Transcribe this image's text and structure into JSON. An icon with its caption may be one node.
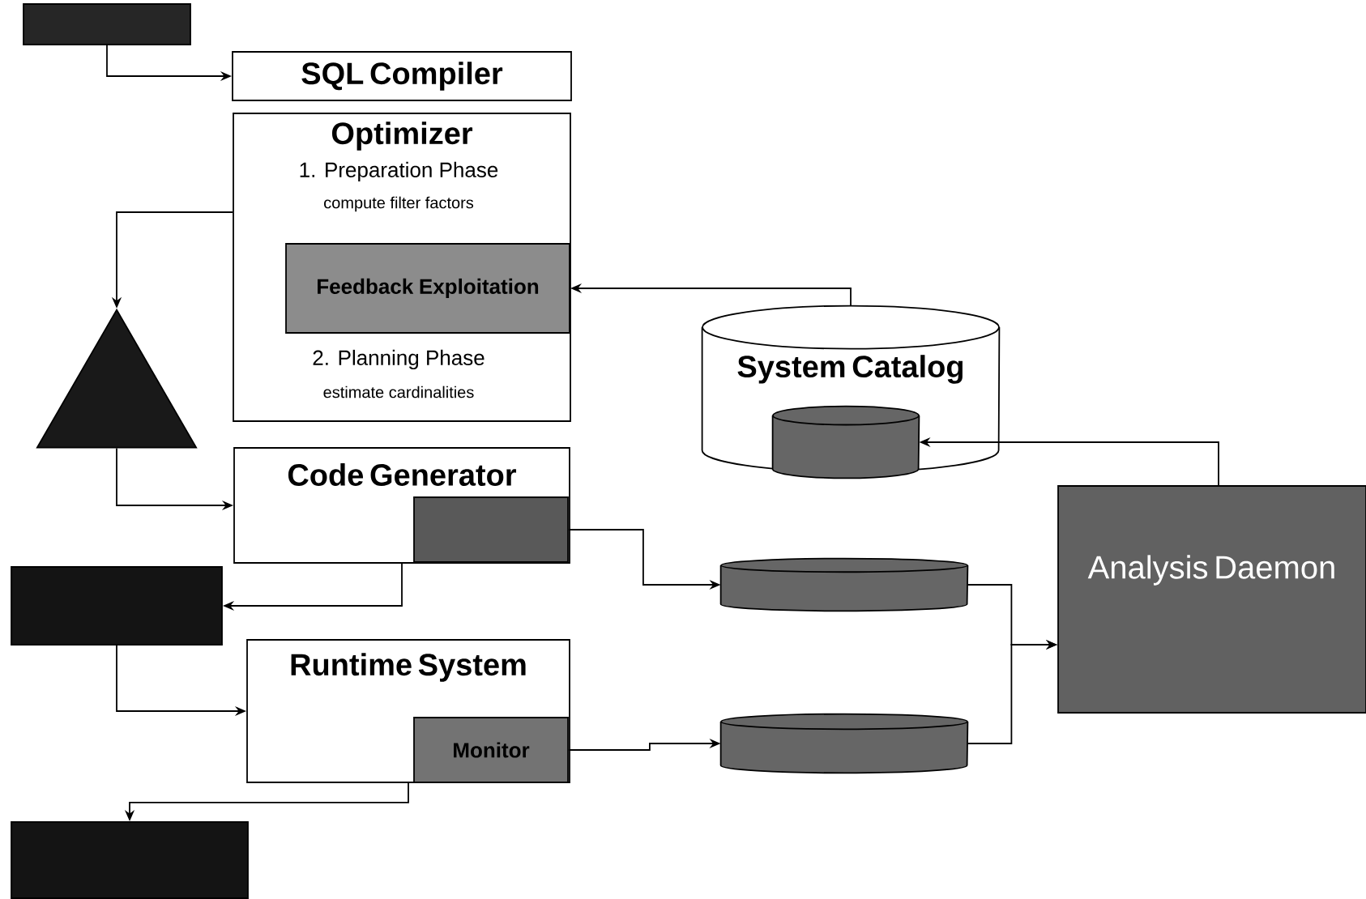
{
  "diagram": {
    "nodes": [
      {
        "text": [],
        "shape": "box"
      },
      {
        "text": [
          "SQL Compiler"
        ]
      },
      {
        "text": [
          "Optimizer",
          "1. Preparation Phase",
          "compute filter factors",
          "2. Planning Phase",
          "estimate cardinalities"
        ]
      },
      {
        "text": [
          "Feedback Exploitation"
        ],
        "in": 2
      },
      {
        "text": [],
        "shape": "triangle"
      },
      {
        "text": [
          "Code Generator"
        ]
      },
      {
        "text": [],
        "shape": "box",
        "in": 5
      },
      {
        "text": [],
        "shape": "box"
      },
      {
        "text": [
          "Runtime System"
        ]
      },
      {
        "text": [
          "Monitor"
        ],
        "in": 8
      },
      {
        "text": [],
        "shape": "box"
      },
      {
        "text": [
          "System Catalog"
        ]
      },
      {
        "text": [],
        "shape": "cylinder",
        "in": 11
      },
      {
        "text": [],
        "shape": "cylinder"
      },
      {
        "text": [],
        "shape": "cylinder"
      },
      {
        "text": [
          "Analysis Daemon"
        ]
      }
    ],
    "edges": [
      {
        "from": 0,
        "to": 1,
        "arrow": "to"
      },
      {
        "from": 2,
        "to": 4,
        "arrow": "to"
      },
      {
        "from": 4,
        "to": 5,
        "arrow": "to"
      },
      {
        "from": 5,
        "to": 7,
        "arrow": "to"
      },
      {
        "from": 7,
        "to": 8,
        "arrow": "to"
      },
      {
        "from": 8,
        "to": 10,
        "arrow": "to"
      },
      {
        "from": 11,
        "to": 3,
        "arrow": "to"
      },
      {
        "from": 6,
        "to": 13,
        "arrow": "to"
      },
      {
        "from": 9,
        "to": 14,
        "arrow": "to"
      },
      {
        "from": 13,
        "to": 15,
        "arrow": "to"
      },
      {
        "from": 14,
        "to": 15,
        "arrow": "to"
      },
      {
        "from": 15,
        "to": 12,
        "arrow": "to"
      }
    ]
  }
}
